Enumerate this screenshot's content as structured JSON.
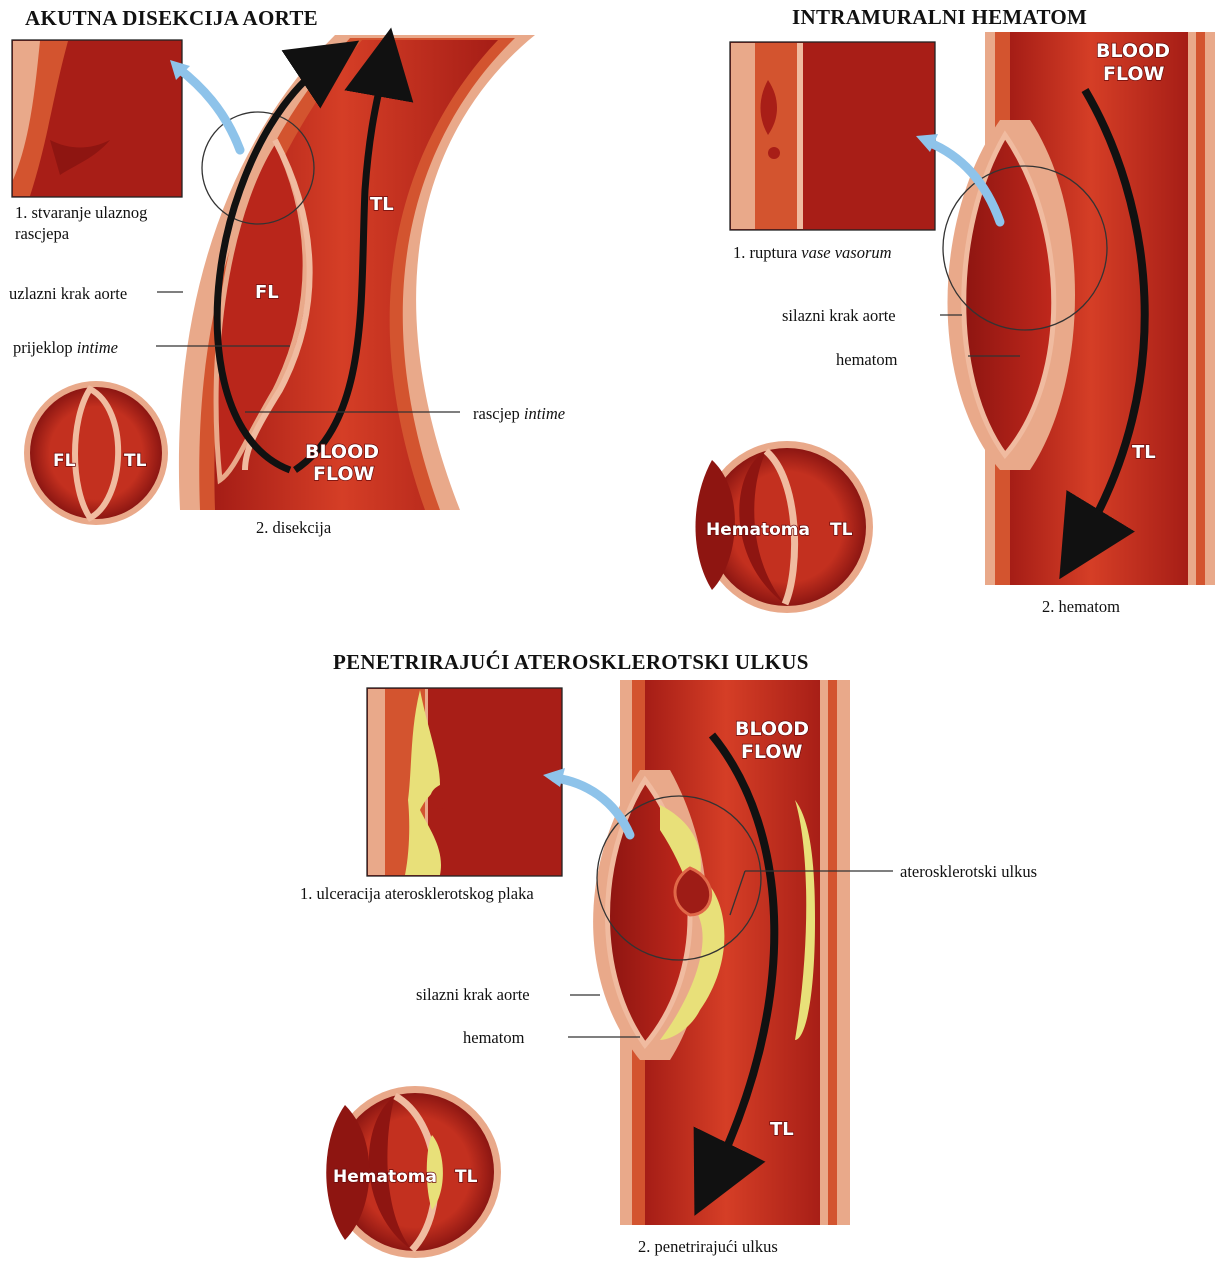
{
  "panels": {
    "dissection": {
      "title": "AKUTNA DISEKCIJA AORTE",
      "inset_caption_line1": "1. stvaranje ulaznog",
      "inset_caption_line2": "rascjepa",
      "label_ascending": "uzlazni krak aorte",
      "label_flap": "prijeklop",
      "label_flap_italic": "intime",
      "label_tear": "rascjep",
      "label_tear_italic": "intime",
      "caption": "2. disekcija",
      "vessel_fl": "FL",
      "vessel_tl": "TL",
      "flow_line1": "BLOOD",
      "flow_line2": "FLOW",
      "cross_fl": "FL",
      "cross_tl": "TL"
    },
    "hematoma": {
      "title": "INTRAMURALNI HEMATOM",
      "inset_caption": "1. ruptura",
      "inset_caption_italic": "vase vasorum",
      "label_descending": "silazni krak aorte",
      "label_hematoma": "hematom",
      "caption": "2. hematom",
      "vessel_tl": "TL",
      "flow_line1": "BLOOD",
      "flow_line2": "FLOW",
      "cross_hematoma": "Hematoma",
      "cross_tl": "TL"
    },
    "ulcer": {
      "title": "PENETRIRAJUĆI ATEROSKLEROTSKI ULKUS",
      "inset_caption": "1. ulceracija aterosklerotskog plaka",
      "label_ulcer": "aterosklerotski ulkus",
      "label_descending": "silazni krak aorte",
      "label_hematoma": "hematom",
      "caption": "2. penetrirajući ulkus",
      "vessel_tl": "TL",
      "flow_line1": "BLOOD",
      "flow_line2": "FLOW",
      "cross_hematoma": "Hematoma",
      "cross_tl": "TL"
    }
  },
  "colors": {
    "wall_outer": "#e9a98a",
    "wall_band": "#d3542f",
    "lumen": "#c8311f",
    "lumen_dark": "#9e1c16",
    "inset_bg": "#a81e17",
    "plaque": "#e8e079",
    "arrow": "#111111",
    "pointer_arrow": "#8ec3ea"
  }
}
